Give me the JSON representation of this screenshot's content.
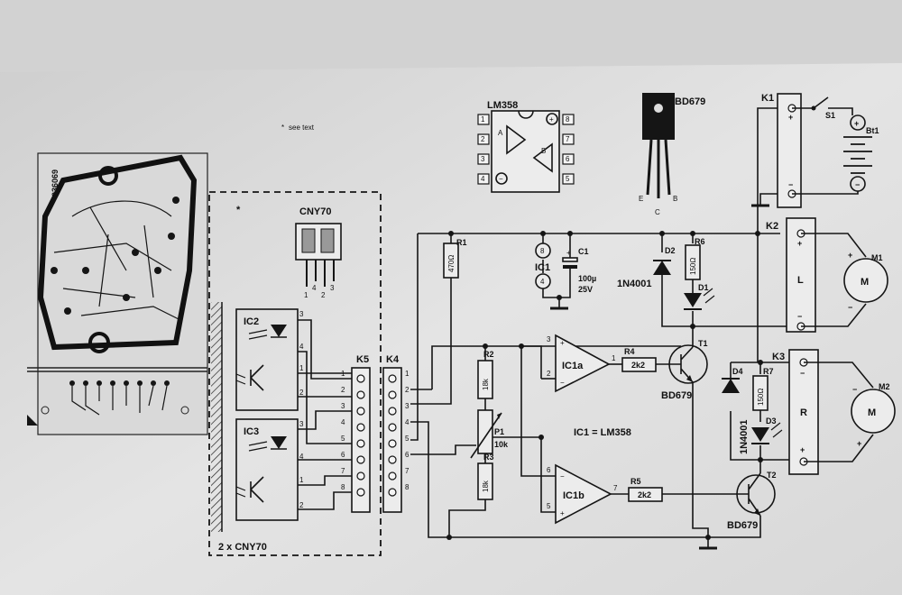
{
  "pcb": {
    "code": "936069"
  },
  "note": {
    "star": "*",
    "text": "see text"
  },
  "cny70": {
    "title": "CNY70",
    "pins": [
      "1",
      "4",
      "2",
      "3"
    ],
    "star": "*",
    "caption": "2 x CNY70"
  },
  "lm358": {
    "title": "LM358",
    "pins_left": [
      "1",
      "2",
      "3",
      "4"
    ],
    "pins_right": [
      "8",
      "7",
      "6",
      "5"
    ],
    "opA": "A",
    "opB": "B"
  },
  "bd679": {
    "title": "BD679",
    "leads": [
      "E",
      "C",
      "B"
    ]
  },
  "ic2": {
    "label": "IC2",
    "pins": [
      "3",
      "4",
      "1",
      "2"
    ]
  },
  "ic3": {
    "label": "IC3",
    "pins": [
      "3",
      "4",
      "1",
      "2"
    ]
  },
  "k5": {
    "label": "K5",
    "pins": [
      "1",
      "2",
      "3",
      "4",
      "5",
      "6",
      "7",
      "8"
    ]
  },
  "k4": {
    "label": "K4",
    "pins": [
      "1",
      "2",
      "3",
      "4",
      "5",
      "6",
      "7",
      "8"
    ]
  },
  "r1": {
    "label": "R1",
    "value": "470Ω"
  },
  "r2": {
    "label": "R2",
    "value": "18k"
  },
  "r3": {
    "label": "R3",
    "value": "18k"
  },
  "p1": {
    "label": "P1",
    "value": "10k"
  },
  "r4": {
    "label": "R4",
    "value": "2k2"
  },
  "r5": {
    "label": "R5",
    "value": "2k2"
  },
  "r6": {
    "label": "R6",
    "value": "150Ω"
  },
  "r7": {
    "label": "R7",
    "value": "150Ω"
  },
  "ic1": {
    "label": "IC1",
    "pin_top": "8",
    "pin_bottom": "4",
    "note": "IC1 = LM358"
  },
  "c1": {
    "label": "C1",
    "value": "100µ",
    "voltage": "25V"
  },
  "ic1a": {
    "label": "IC1a",
    "pin_plus": "3",
    "pin_minus": "2",
    "pin_out": "1"
  },
  "ic1b": {
    "label": "IC1b",
    "pin_minus": "6",
    "pin_plus": "5",
    "pin_out": "7"
  },
  "t1": {
    "label": "T1",
    "type": "BD679"
  },
  "t2": {
    "label": "T2",
    "type": "BD679"
  },
  "d2": {
    "label": "D2",
    "type": "1N4001"
  },
  "d4": {
    "label": "D4",
    "type": "1N4001"
  },
  "d1": {
    "label": "D1"
  },
  "d3": {
    "label": "D3"
  },
  "k1": {
    "label": "K1",
    "plus": "+",
    "minus": "−"
  },
  "k2": {
    "label": "K2",
    "plus": "+",
    "side": "L",
    "minus": "−"
  },
  "k3": {
    "label": "K3",
    "minus": "−",
    "side": "R",
    "plus": "+"
  },
  "s1": {
    "label": "S1"
  },
  "bt1": {
    "label": "Bt1",
    "plus": "+",
    "minus": "−"
  },
  "m1": {
    "label": "M1",
    "symbol": "M",
    "plus": "+",
    "minus": "−"
  },
  "m2": {
    "label": "M2",
    "symbol": "M",
    "plus": "+",
    "minus": "−"
  }
}
